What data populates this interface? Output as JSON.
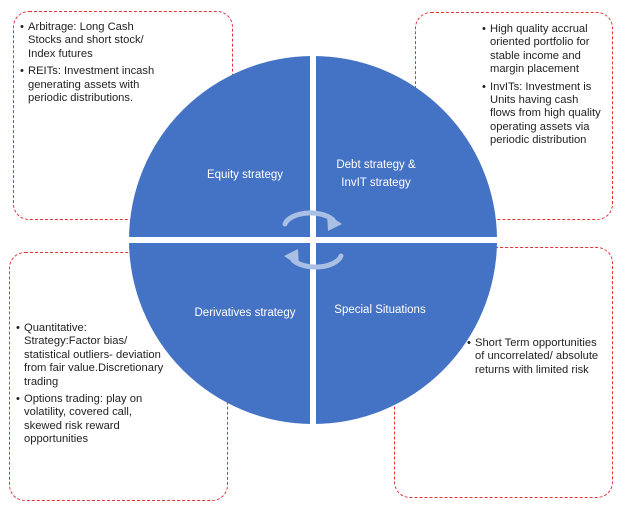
{
  "quadrants": {
    "equity": "Equity strategy",
    "debt_line1": "Debt strategy &",
    "debt_line2": "InvIT strategy",
    "derivatives": "Derivatives strategy",
    "special": "Special Situations"
  },
  "boxes": {
    "top_left": [
      "Arbitrage: Long Cash Stocks and short stock/ Index futures",
      "REITs: Investment incash generating assets with periodic distributions."
    ],
    "top_right": [
      "High quality accrual oriented portfolio for stable income and margin placement",
      "InvITs: Investment is Units having cash flows from high quality operating assets via periodic distribution"
    ],
    "bottom_left": [
      "Quantitative: Strategy:Factor bias/ statistical outliers- deviation from fair value.Discretionary trading",
      "Options trading: play on volatility, covered call, skewed risk reward opportunities"
    ],
    "bottom_right": [
      "Short Term opportunities of uncorrelated/ absolute returns with limited risk"
    ]
  },
  "colors": {
    "circle_fill": "#4472c4",
    "dashed_border": "#e0333a",
    "arrow": "#a9bfe3"
  },
  "icons": {
    "center": "cycle-arrows-icon"
  }
}
